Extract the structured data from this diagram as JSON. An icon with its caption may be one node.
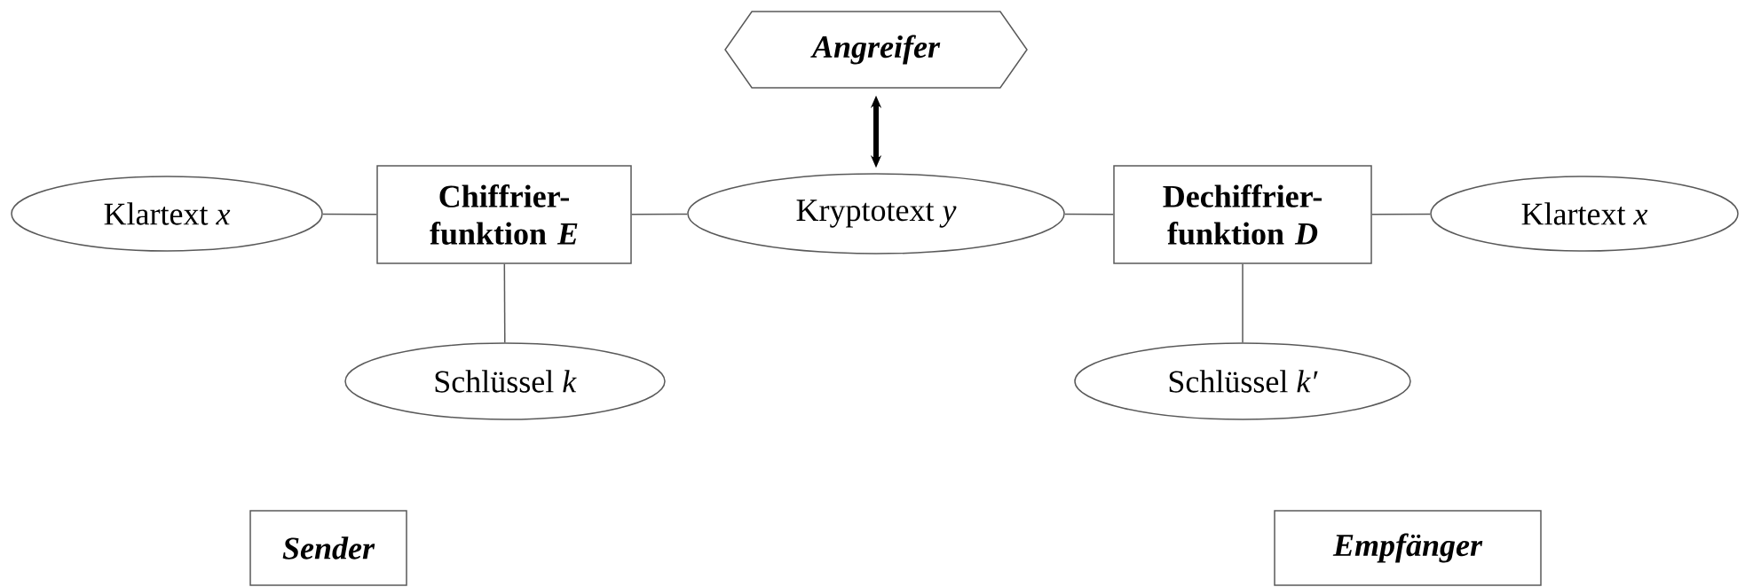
{
  "diagram": {
    "nodes": [
      {
        "text": [
          "Angreifer"
        ]
      },
      {
        "text": [
          "Klartext *x*"
        ]
      },
      {
        "text": [
          "Chiffrier- funktion *E*"
        ]
      },
      {
        "text": [
          "Kryptotext *y*"
        ]
      },
      {
        "text": [
          "Dechiffrier- funktion *D*"
        ]
      },
      {
        "text": [
          "Klartext *x*"
        ]
      },
      {
        "text": [
          "Schlüssel *k*"
        ]
      },
      {
        "text": [
          "Schlüssel *k′*"
        ]
      },
      {
        "text": [
          "Sender"
        ]
      },
      {
        "text": [
          "Empfänger"
        ]
      }
    ],
    "edges": [
      {
        "from": 1,
        "to": 2,
        "arrow": "none"
      },
      {
        "from": 2,
        "to": 3,
        "arrow": "none"
      },
      {
        "from": 3,
        "to": 4,
        "arrow": "none"
      },
      {
        "from": 4,
        "to": 5,
        "arrow": "none"
      },
      {
        "from": 2,
        "to": 6,
        "arrow": "none"
      },
      {
        "from": 4,
        "to": 7,
        "arrow": "none"
      },
      {
        "from": 0,
        "to": 3,
        "arrow": "both",
        "style": "thick",
        "color": "#000000"
      }
    ]
  }
}
